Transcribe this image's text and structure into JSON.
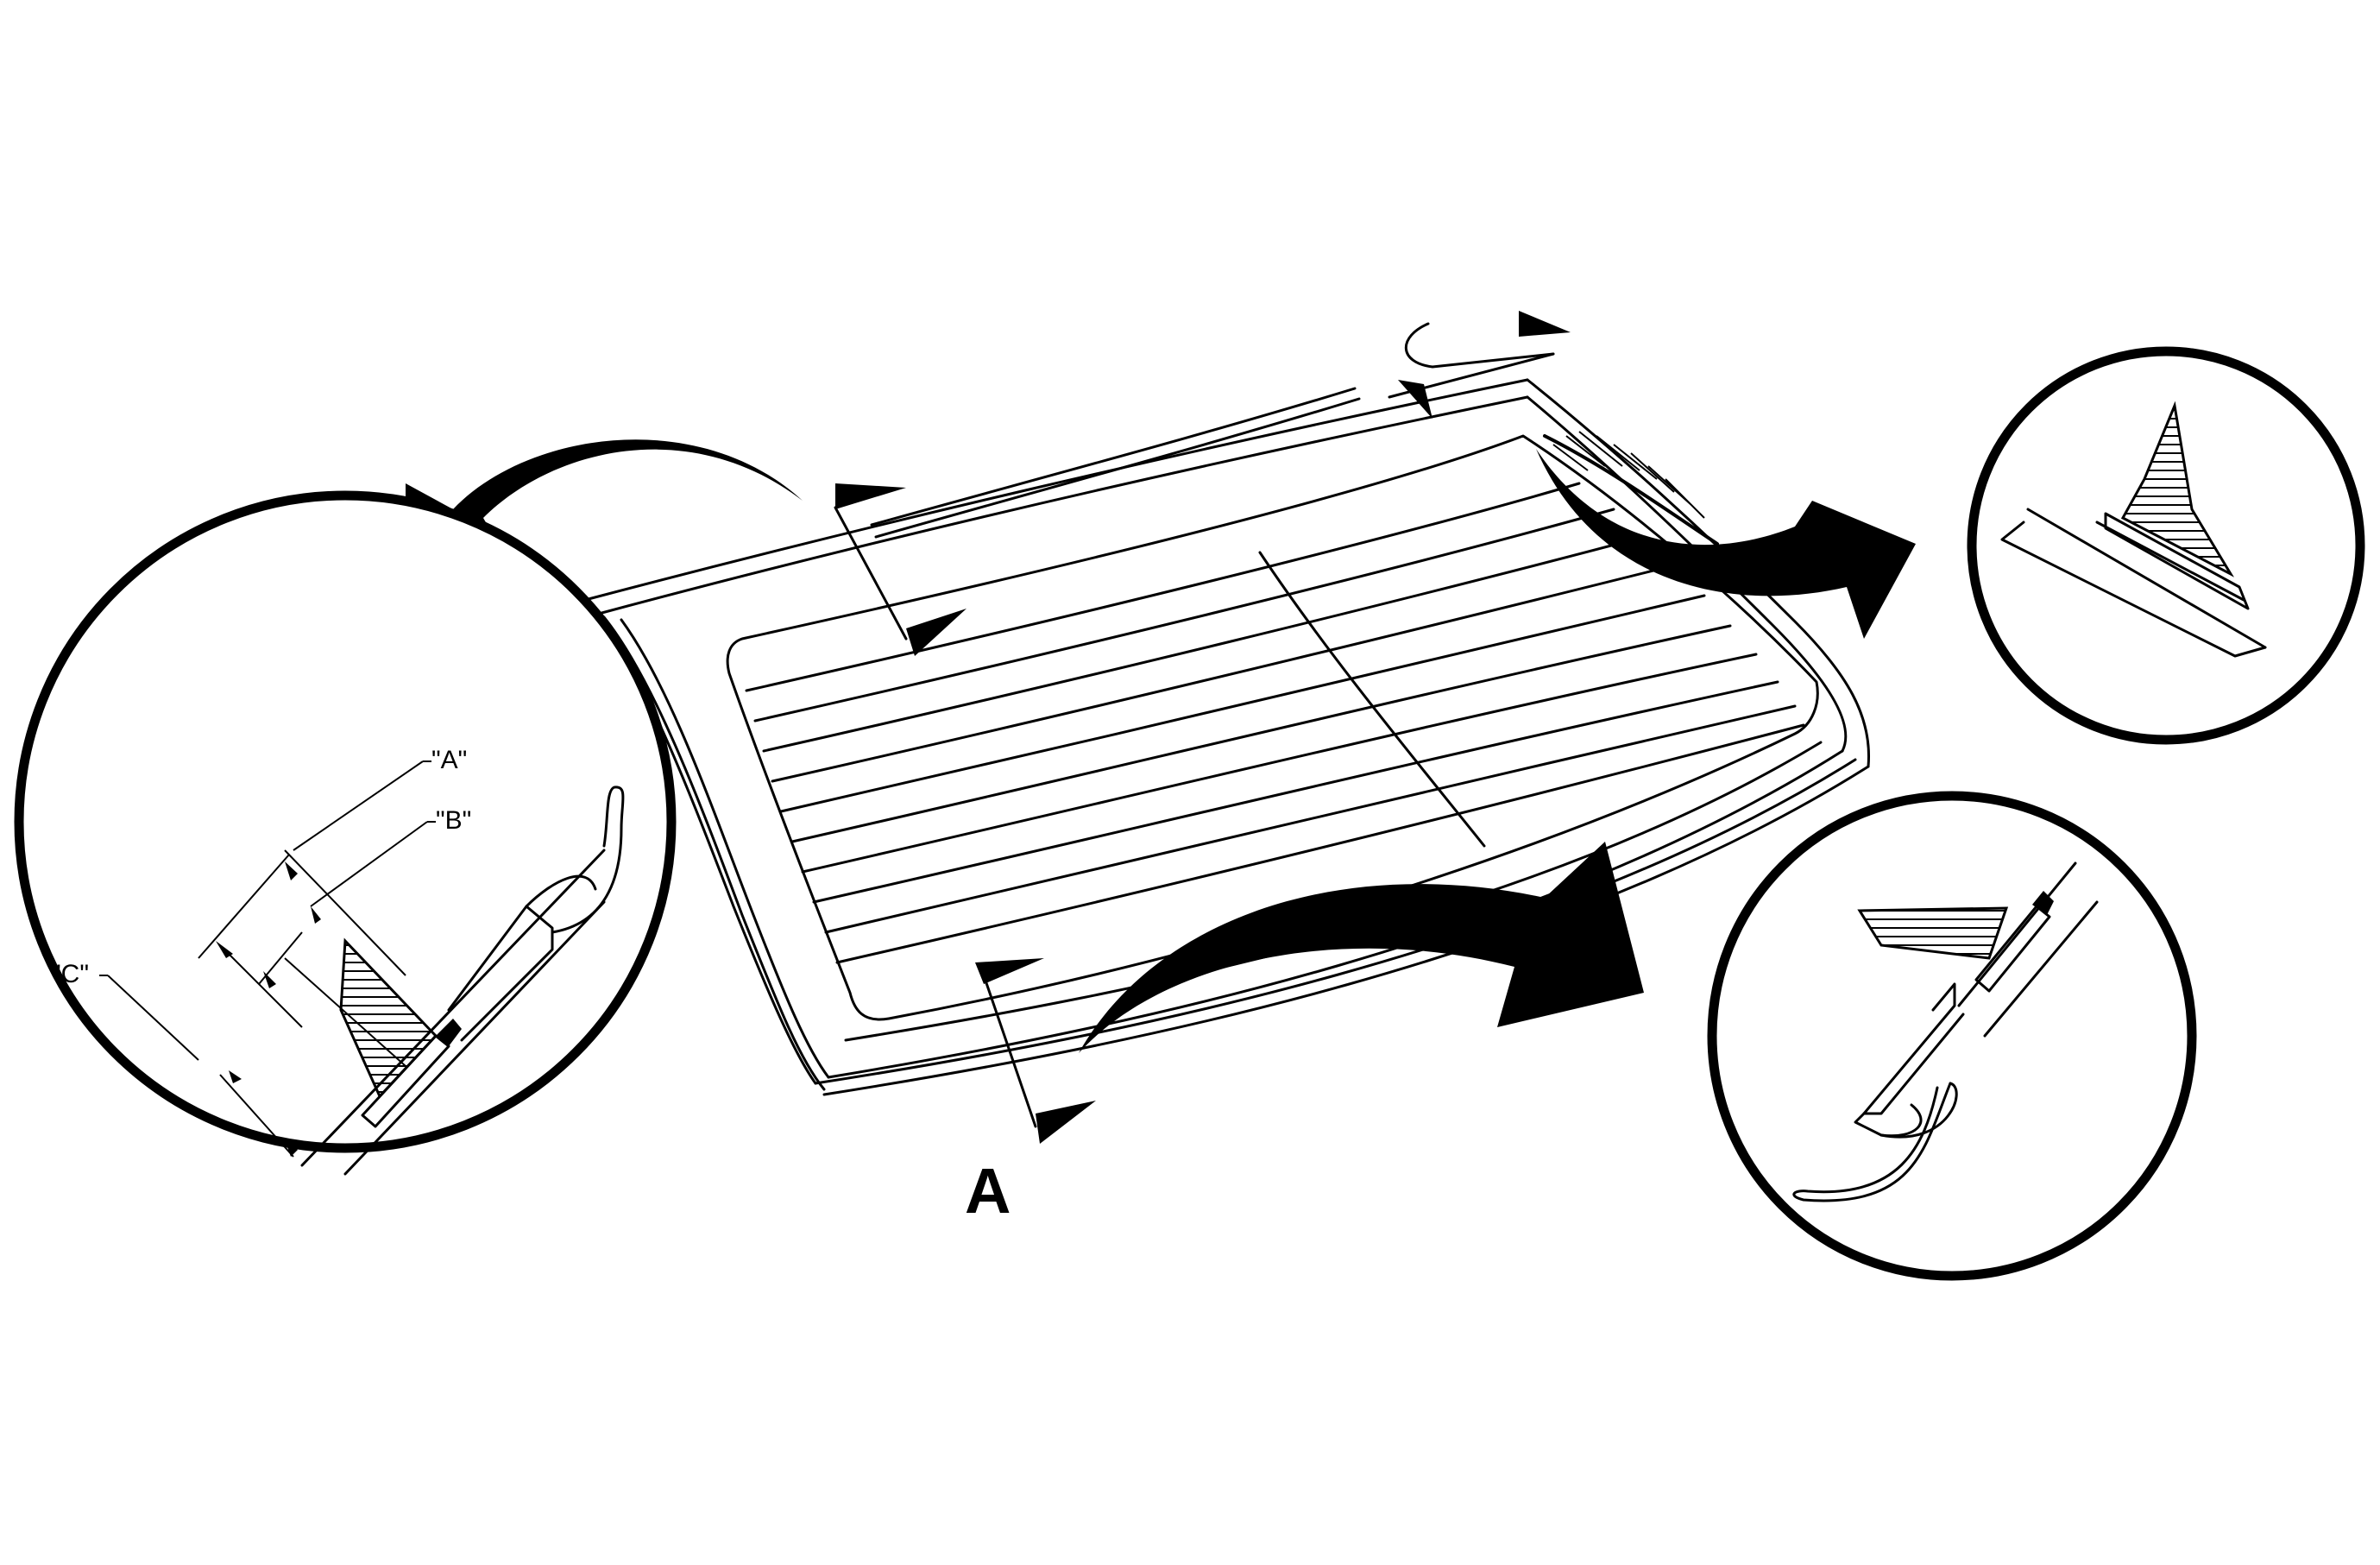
{
  "labels": {
    "dim_a": "\"A\"",
    "dim_b": "\"B\"",
    "dim_c": "\"C\"",
    "section": "A"
  }
}
